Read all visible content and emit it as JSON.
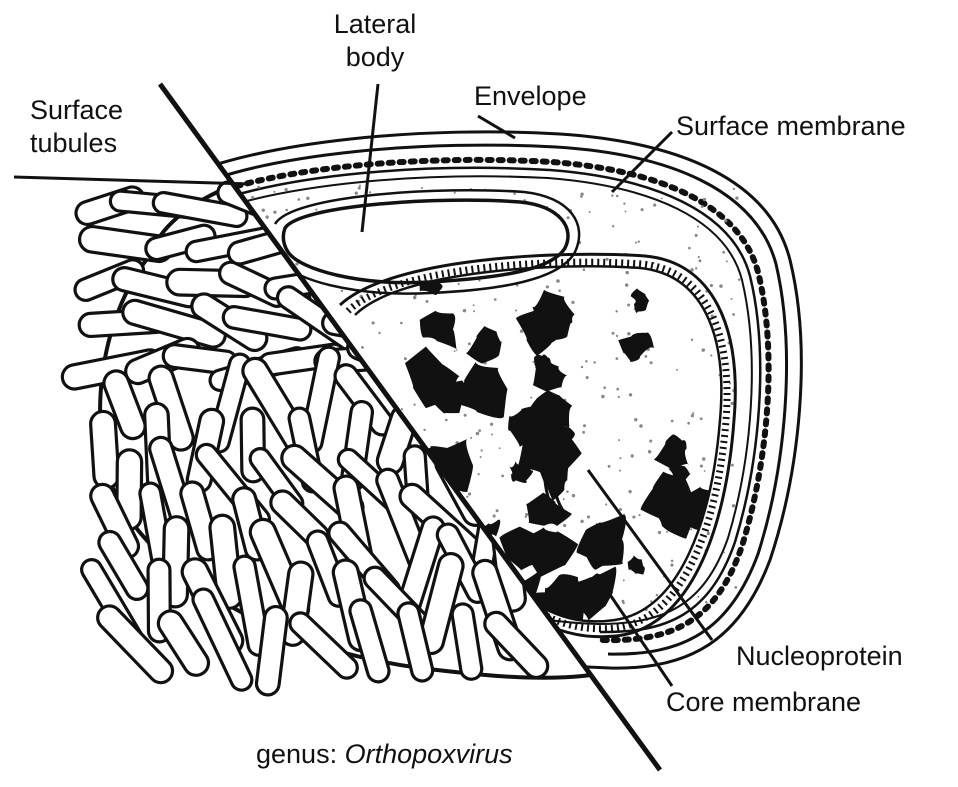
{
  "labels": {
    "lateral_body_line1": "Lateral",
    "lateral_body_line2": "body",
    "envelope": "Envelope",
    "surface_tubules_line1": "Surface",
    "surface_tubules_line2": "tubules",
    "surface_membrane": "Surface membrane",
    "nucleoprotein": "Nucleoprotein",
    "core_membrane": "Core membrane"
  },
  "caption": {
    "prefix": "genus: ",
    "genus": "Orthopoxvirus"
  },
  "colors": {
    "ink": "#111111",
    "background": "#ffffff",
    "stipple": "#9a9a9a"
  }
}
